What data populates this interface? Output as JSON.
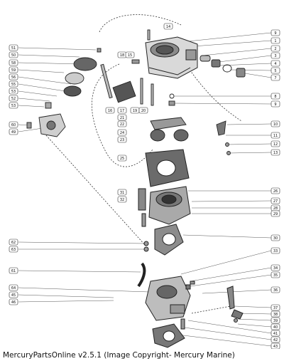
{
  "diagram": {
    "left_callouts": [
      "51",
      "50",
      "58",
      "59",
      "56",
      "55",
      "53",
      "52",
      "53",
      "60",
      "49",
      "62",
      "63",
      "61",
      "64",
      "45",
      "46"
    ],
    "center_callouts": [
      "14",
      "18",
      "15",
      "16",
      "17",
      "19",
      "20",
      "21",
      "22",
      "24",
      "23",
      "25",
      "31",
      "32"
    ],
    "right_callouts": [
      "9",
      "1",
      "2",
      "3",
      "4",
      "5",
      "7",
      "8",
      "9",
      "10",
      "11",
      "12",
      "13",
      "26",
      "27",
      "28",
      "29",
      "30",
      "33",
      "34",
      "35",
      "36",
      "37",
      "38",
      "39",
      "40",
      "41",
      "42",
      "43"
    ]
  },
  "footer": {
    "caption": "MercuryPartsOnline v2.5.1 (Image Copyright- Mercury Marine)"
  }
}
